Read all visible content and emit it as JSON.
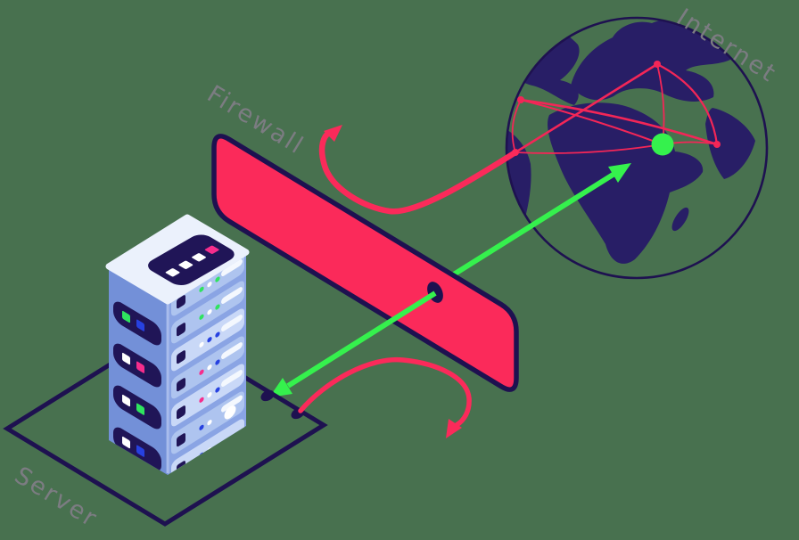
{
  "diagram": {
    "labels": {
      "internet": "Internet",
      "firewall": "Firewall",
      "server": "Server"
    }
  },
  "palette": {
    "bg": "#48714F",
    "navy": "#1E1150",
    "land": "#281E66",
    "red": "#FB2A5A",
    "redline": "#F32657",
    "green": "#35F14D",
    "graylabel": "#7C7C82",
    "srvtop": "#EBF1FC",
    "srvleft": "#7390D8",
    "srvright": "#8AA4E4",
    "slata": "#AEC4EF",
    "slatb": "#C9D8F7",
    "panelnavy": "#201557",
    "ledgreen": "#2FE35F",
    "ledblue": "#2741E0",
    "ledpink": "#F62D8C",
    "white": "#FFFFFF",
    "pill": "#F4F8FE",
    "hilite": "#A9BCEC"
  }
}
